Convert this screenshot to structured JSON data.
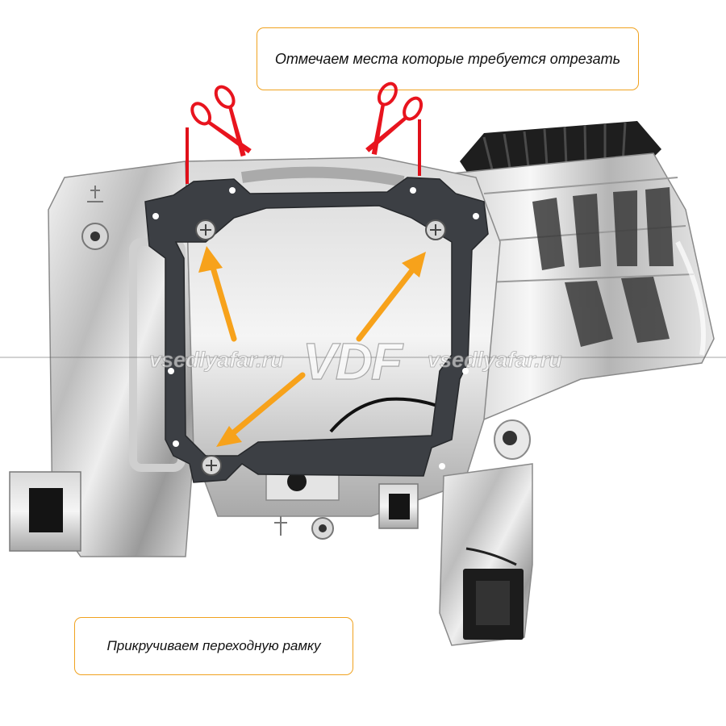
{
  "annotations": {
    "top_note": "Отмечаем места которые требуется отрезать",
    "bottom_note": "Прикручиваем переходную рамку"
  },
  "watermark": {
    "logo": "VDF",
    "site_left": "vsedlyafar.ru",
    "site_right": "vsedlyafar.ru"
  },
  "colors": {
    "callout_border": "#f0a21f",
    "arrow": "#f7a21b",
    "cut_marker": "#e0101a",
    "scissors": "#e8141e",
    "gasket": "#3c3f44",
    "chrome_light": "#e6e6e6",
    "chrome_dark": "#8a8a8a"
  },
  "icons": {
    "scissors": "scissors-icon",
    "arrow": "arrow-icon",
    "cut_mark": "cut-line-marker"
  }
}
